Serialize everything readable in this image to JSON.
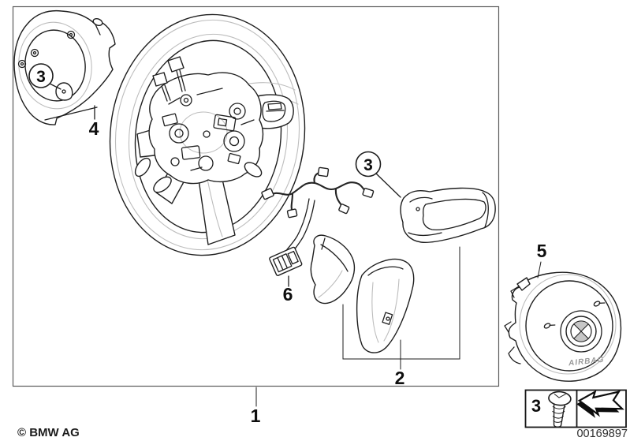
{
  "callouts": {
    "assembly": "1",
    "trim_covers": "2",
    "screw_cover": "3",
    "screw_trim": "3",
    "screw_legend": "3",
    "lower_cover": "4",
    "airbag_module": "5",
    "wiring_harness": "6"
  },
  "airbag": {
    "embossed_text": "AIRBAG"
  },
  "legend": {
    "icons": [
      "screw-icon",
      "direction-arrow-icon"
    ]
  },
  "footer": {
    "copyright": "© BMW AG",
    "document_number": "00169897"
  }
}
